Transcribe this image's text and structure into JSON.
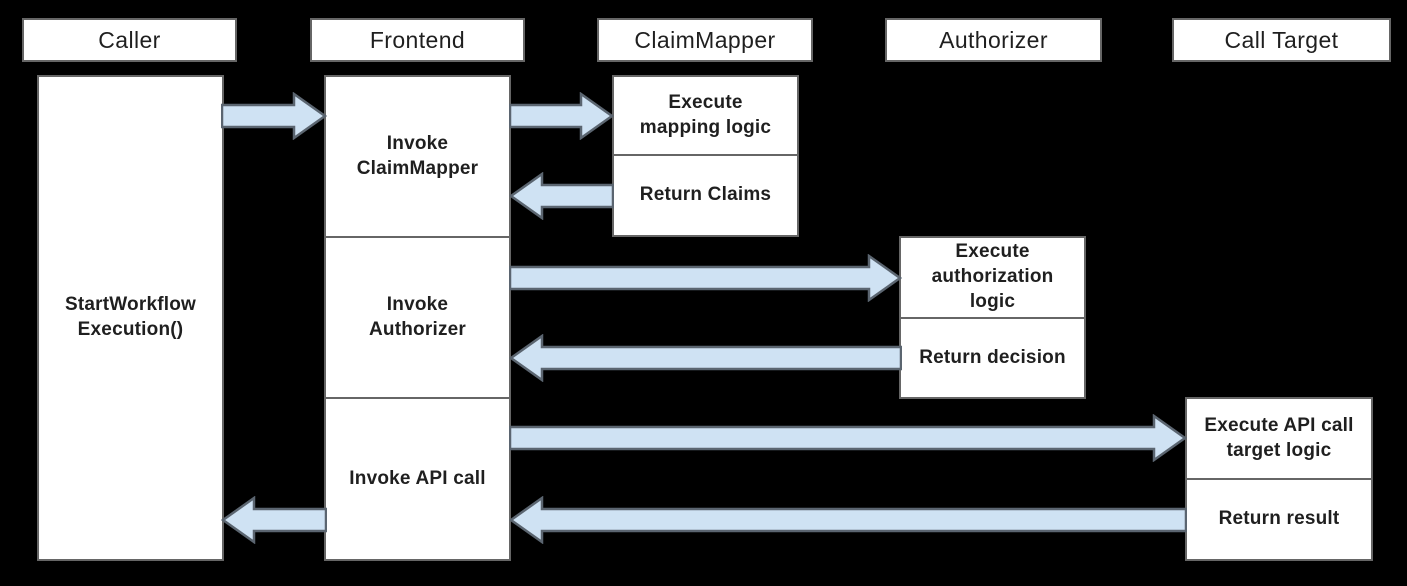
{
  "actors": {
    "caller": "Caller",
    "frontend": "Frontend",
    "claim_mapper": "ClaimMapper",
    "authorizer": "Authorizer",
    "call_target": "Call Target"
  },
  "caller": {
    "activation": "StartWorkflow\nExecution()"
  },
  "frontend": {
    "invoke_claim_mapper": "Invoke\nClaimMapper",
    "invoke_authorizer": "Invoke\nAuthorizer",
    "invoke_api_call": "Invoke API call"
  },
  "claim_mapper": {
    "execute": "Execute\nmapping logic",
    "return": "Return Claims"
  },
  "authorizer": {
    "execute": "Execute\nauthorization\nlogic",
    "return": "Return decision"
  },
  "call_target": {
    "execute": "Execute API call\ntarget logic",
    "return": "Return result"
  },
  "messages": [
    {
      "from": "Caller",
      "to": "Frontend",
      "direction": "right"
    },
    {
      "from": "Frontend",
      "to": "ClaimMapper",
      "direction": "right"
    },
    {
      "from": "ClaimMapper",
      "to": "Frontend",
      "direction": "left"
    },
    {
      "from": "Frontend",
      "to": "Authorizer",
      "direction": "right"
    },
    {
      "from": "Authorizer",
      "to": "Frontend",
      "direction": "left"
    },
    {
      "from": "Frontend",
      "to": "Call Target",
      "direction": "right"
    },
    {
      "from": "Call Target",
      "to": "Frontend",
      "direction": "left"
    },
    {
      "from": "Frontend",
      "to": "Caller",
      "direction": "left"
    }
  ],
  "colors": {
    "background": "#000000",
    "box_fill": "#ffffff",
    "box_border": "#666666",
    "arrow_fill": "#cfe2f3",
    "arrow_stroke": "#5b6570",
    "text": "#1f1f1f"
  }
}
